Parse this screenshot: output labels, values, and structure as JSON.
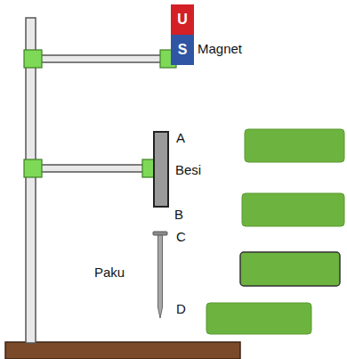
{
  "diagram": {
    "nodes": [
      {
        "text": [
          "U"
        ]
      },
      {
        "text": [
          "S"
        ]
      }
    ],
    "labels": [
      "Magnet",
      "A",
      "Besi",
      "B",
      "C",
      "Paku",
      "D"
    ]
  }
}
